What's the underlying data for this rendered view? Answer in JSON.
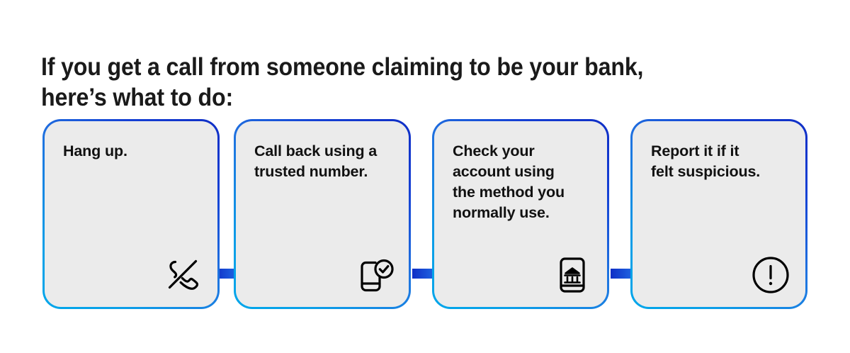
{
  "title": "If you get a call from someone claiming to be your bank,\nhere’s what to do:",
  "colors": {
    "background": "#ffffff",
    "card_fill": "#ebebeb",
    "text": "#111111",
    "title_text": "#1a1a1a",
    "border_gradient_start": "#00a6ea",
    "border_gradient_end": "#0f2ec6",
    "arrow_gradient_start": "#0f2ec6",
    "arrow_gradient_end": "#18a6f0",
    "icon_stroke": "#000000"
  },
  "steps": [
    {
      "index": 1,
      "text": "Hang up.",
      "icon": "phone-hangup-icon"
    },
    {
      "index": 2,
      "text": "Call back using a\ntrusted number.",
      "icon": "phone-verified-check-icon"
    },
    {
      "index": 3,
      "text": "Check your\naccount using\nthe method you\nnormally use.",
      "icon": "phone-bank-icon"
    },
    {
      "index": 4,
      "text": "Report it if it\nfelt suspicious.",
      "icon": "exclamation-circle-icon"
    }
  ],
  "arrows": [
    {
      "index": 1,
      "from_step": 1,
      "to_step": 2,
      "icon": "arrow-right-icon"
    },
    {
      "index": 2,
      "from_step": 2,
      "to_step": 3,
      "icon": "arrow-right-icon"
    },
    {
      "index": 3,
      "from_step": 3,
      "to_step": 4,
      "icon": "arrow-right-icon"
    }
  ]
}
